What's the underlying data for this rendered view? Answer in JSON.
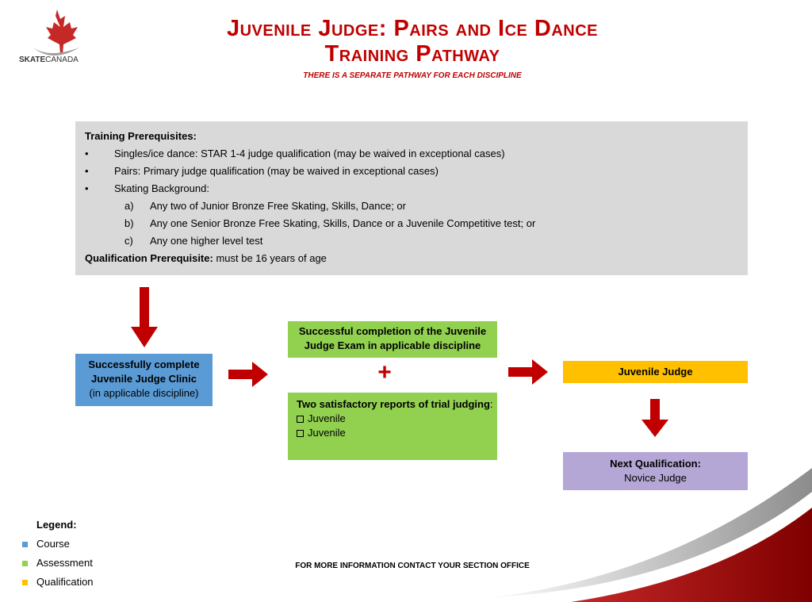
{
  "logo": {
    "brand_bold": "SKATE",
    "brand_rest": "CANADA"
  },
  "header": {
    "title_line1": "Juvenile Judge: Pairs and Ice Dance",
    "title_line2": "Training Pathway",
    "subtitle": "THERE IS A SEPARATE PATHWAY FOR EACH DISCIPLINE"
  },
  "prereq": {
    "heading": "Training Prerequisites:",
    "bullets": [
      "Singles/ice dance: STAR 1-4 judge qualification (may be waived in exceptional cases)",
      "Pairs: Primary judge qualification (may be waived in exceptional cases)",
      "Skating Background:"
    ],
    "sub_items": [
      {
        "letter": "a)",
        "text": "Any two of Junior Bronze Free Skating, Skills, Dance; or"
      },
      {
        "letter": "b)",
        "text": "Any one Senior Bronze Free Skating, Skills, Dance or a Juvenile Competitive test; or"
      },
      {
        "letter": "c)",
        "text": "Any one higher level test"
      }
    ],
    "qual_label": "Qualification Prerequisite:",
    "qual_text": " must be 16 years of age"
  },
  "boxes": {
    "clinic_bold": "Successfully complete Juvenile Judge Clinic",
    "clinic_rest": "(in applicable discipline)",
    "exam": "Successful completion of the Juvenile Judge Exam in applicable discipline",
    "plus": "+",
    "trial_heading": "Two satisfactory reports of trial judging",
    "trial_colon": ":",
    "trial_items": [
      "Juvenile",
      "Juvenile"
    ],
    "juvenile_judge": "Juvenile Judge",
    "next_label": "Next Qualification:",
    "next_value": "Novice Judge"
  },
  "legend": {
    "heading": "Legend:",
    "items": [
      {
        "label": "Course",
        "color": "#5b9bd5"
      },
      {
        "label": "Assessment",
        "color": "#92d050"
      },
      {
        "label": "Qualification",
        "color": "#ffc000"
      }
    ]
  },
  "footer": "FOR MORE INFORMATION CONTACT YOUR SECTION OFFICE",
  "colors": {
    "accent_red": "#c00000",
    "arrow_red": "#c00000"
  }
}
